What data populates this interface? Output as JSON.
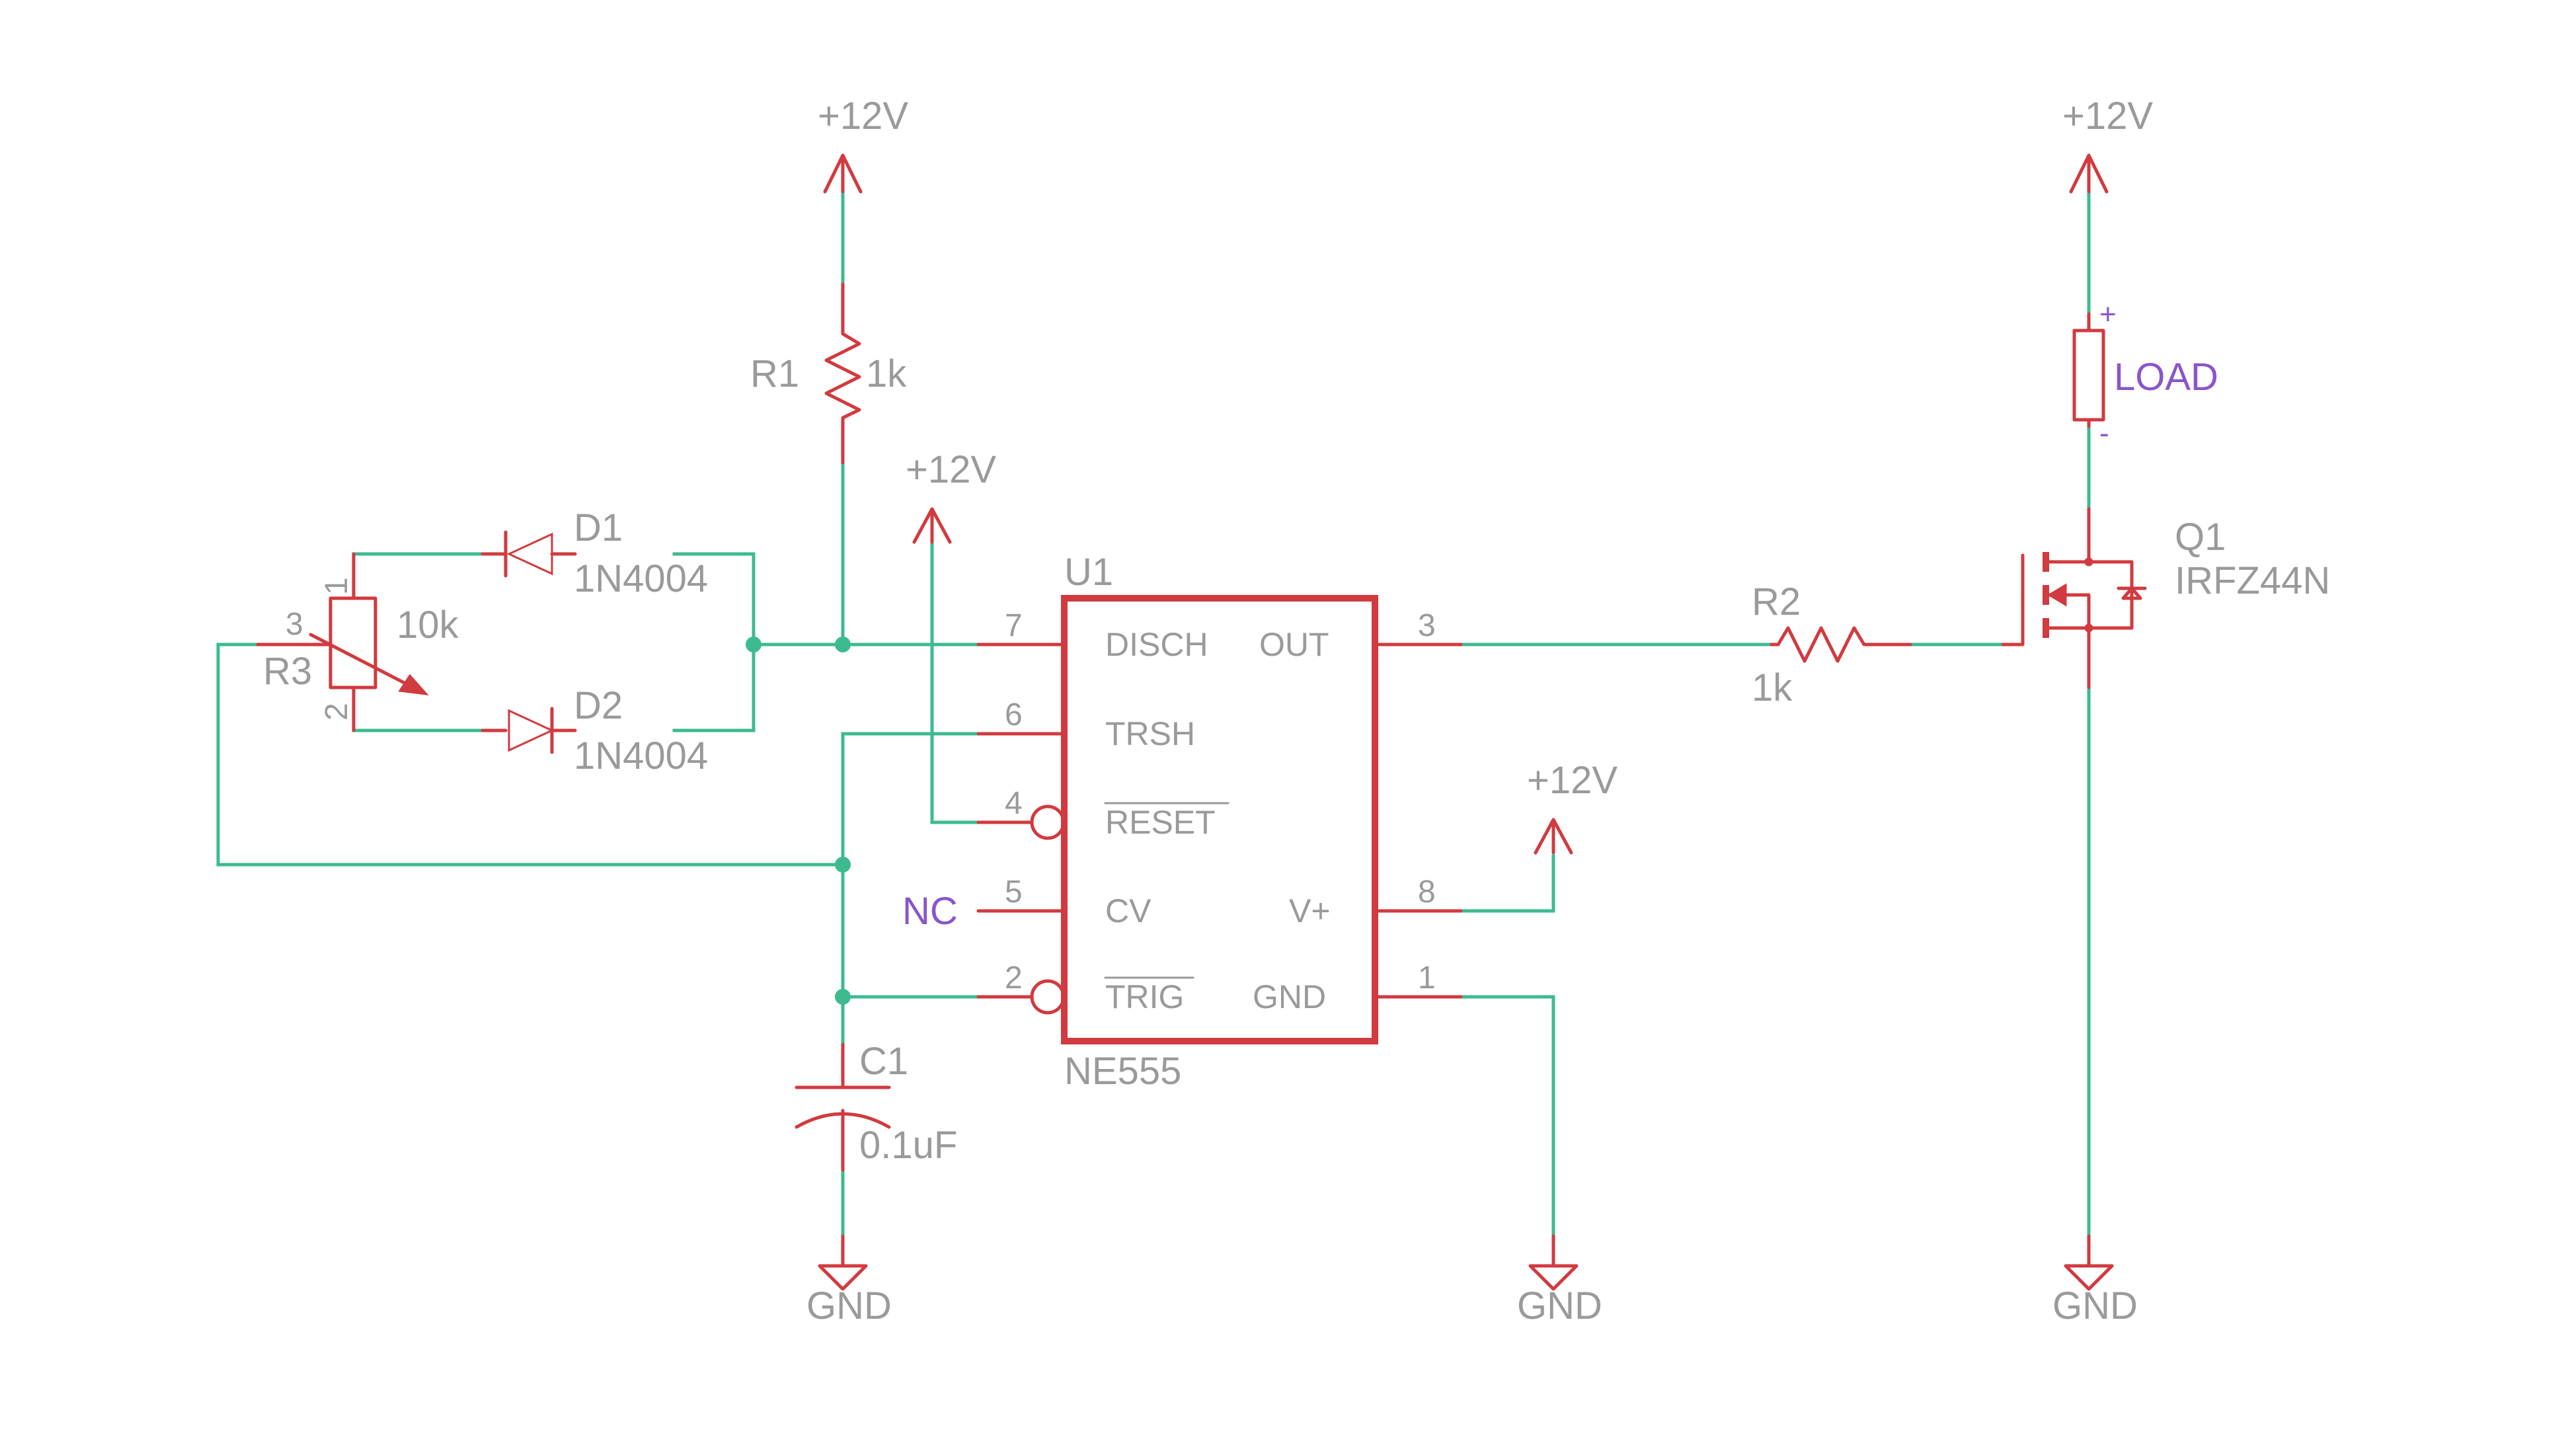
{
  "components": {
    "u1": {
      "ref": "U1",
      "value": "NE555",
      "pins": {
        "disch": {
          "name": "DISCH",
          "num": "7"
        },
        "trsh": {
          "name": "TRSH",
          "num": "6"
        },
        "reset": {
          "name": "RESET",
          "num": "4"
        },
        "cv": {
          "name": "CV",
          "num": "5"
        },
        "trig": {
          "name": "TRIG",
          "num": "2"
        },
        "out": {
          "name": "OUT",
          "num": "3"
        },
        "vplus": {
          "name": "V+",
          "num": "8"
        },
        "gnd": {
          "name": "GND",
          "num": "1"
        }
      }
    },
    "r1": {
      "ref": "R1",
      "value": "1k"
    },
    "r2": {
      "ref": "R2",
      "value": "1k"
    },
    "r3": {
      "ref": "R3",
      "value": "10k",
      "pin1": "1",
      "pin2": "2",
      "pin3": "3"
    },
    "d1": {
      "ref": "D1",
      "value": "1N4004"
    },
    "d2": {
      "ref": "D2",
      "value": "1N4004"
    },
    "c1": {
      "ref": "C1",
      "value": "0.1uF"
    },
    "q1": {
      "ref": "Q1",
      "value": "IRFZ44N"
    },
    "load": {
      "label": "LOAD",
      "plus": "+",
      "minus": "-"
    }
  },
  "nets": {
    "supply": "+12V",
    "ground": "GND",
    "nc": "NC"
  },
  "colors": {
    "wire": "#3dbb8f",
    "component": "#d13a3f",
    "text": "#9a9a9a",
    "netlabel": "#8a55cc"
  }
}
